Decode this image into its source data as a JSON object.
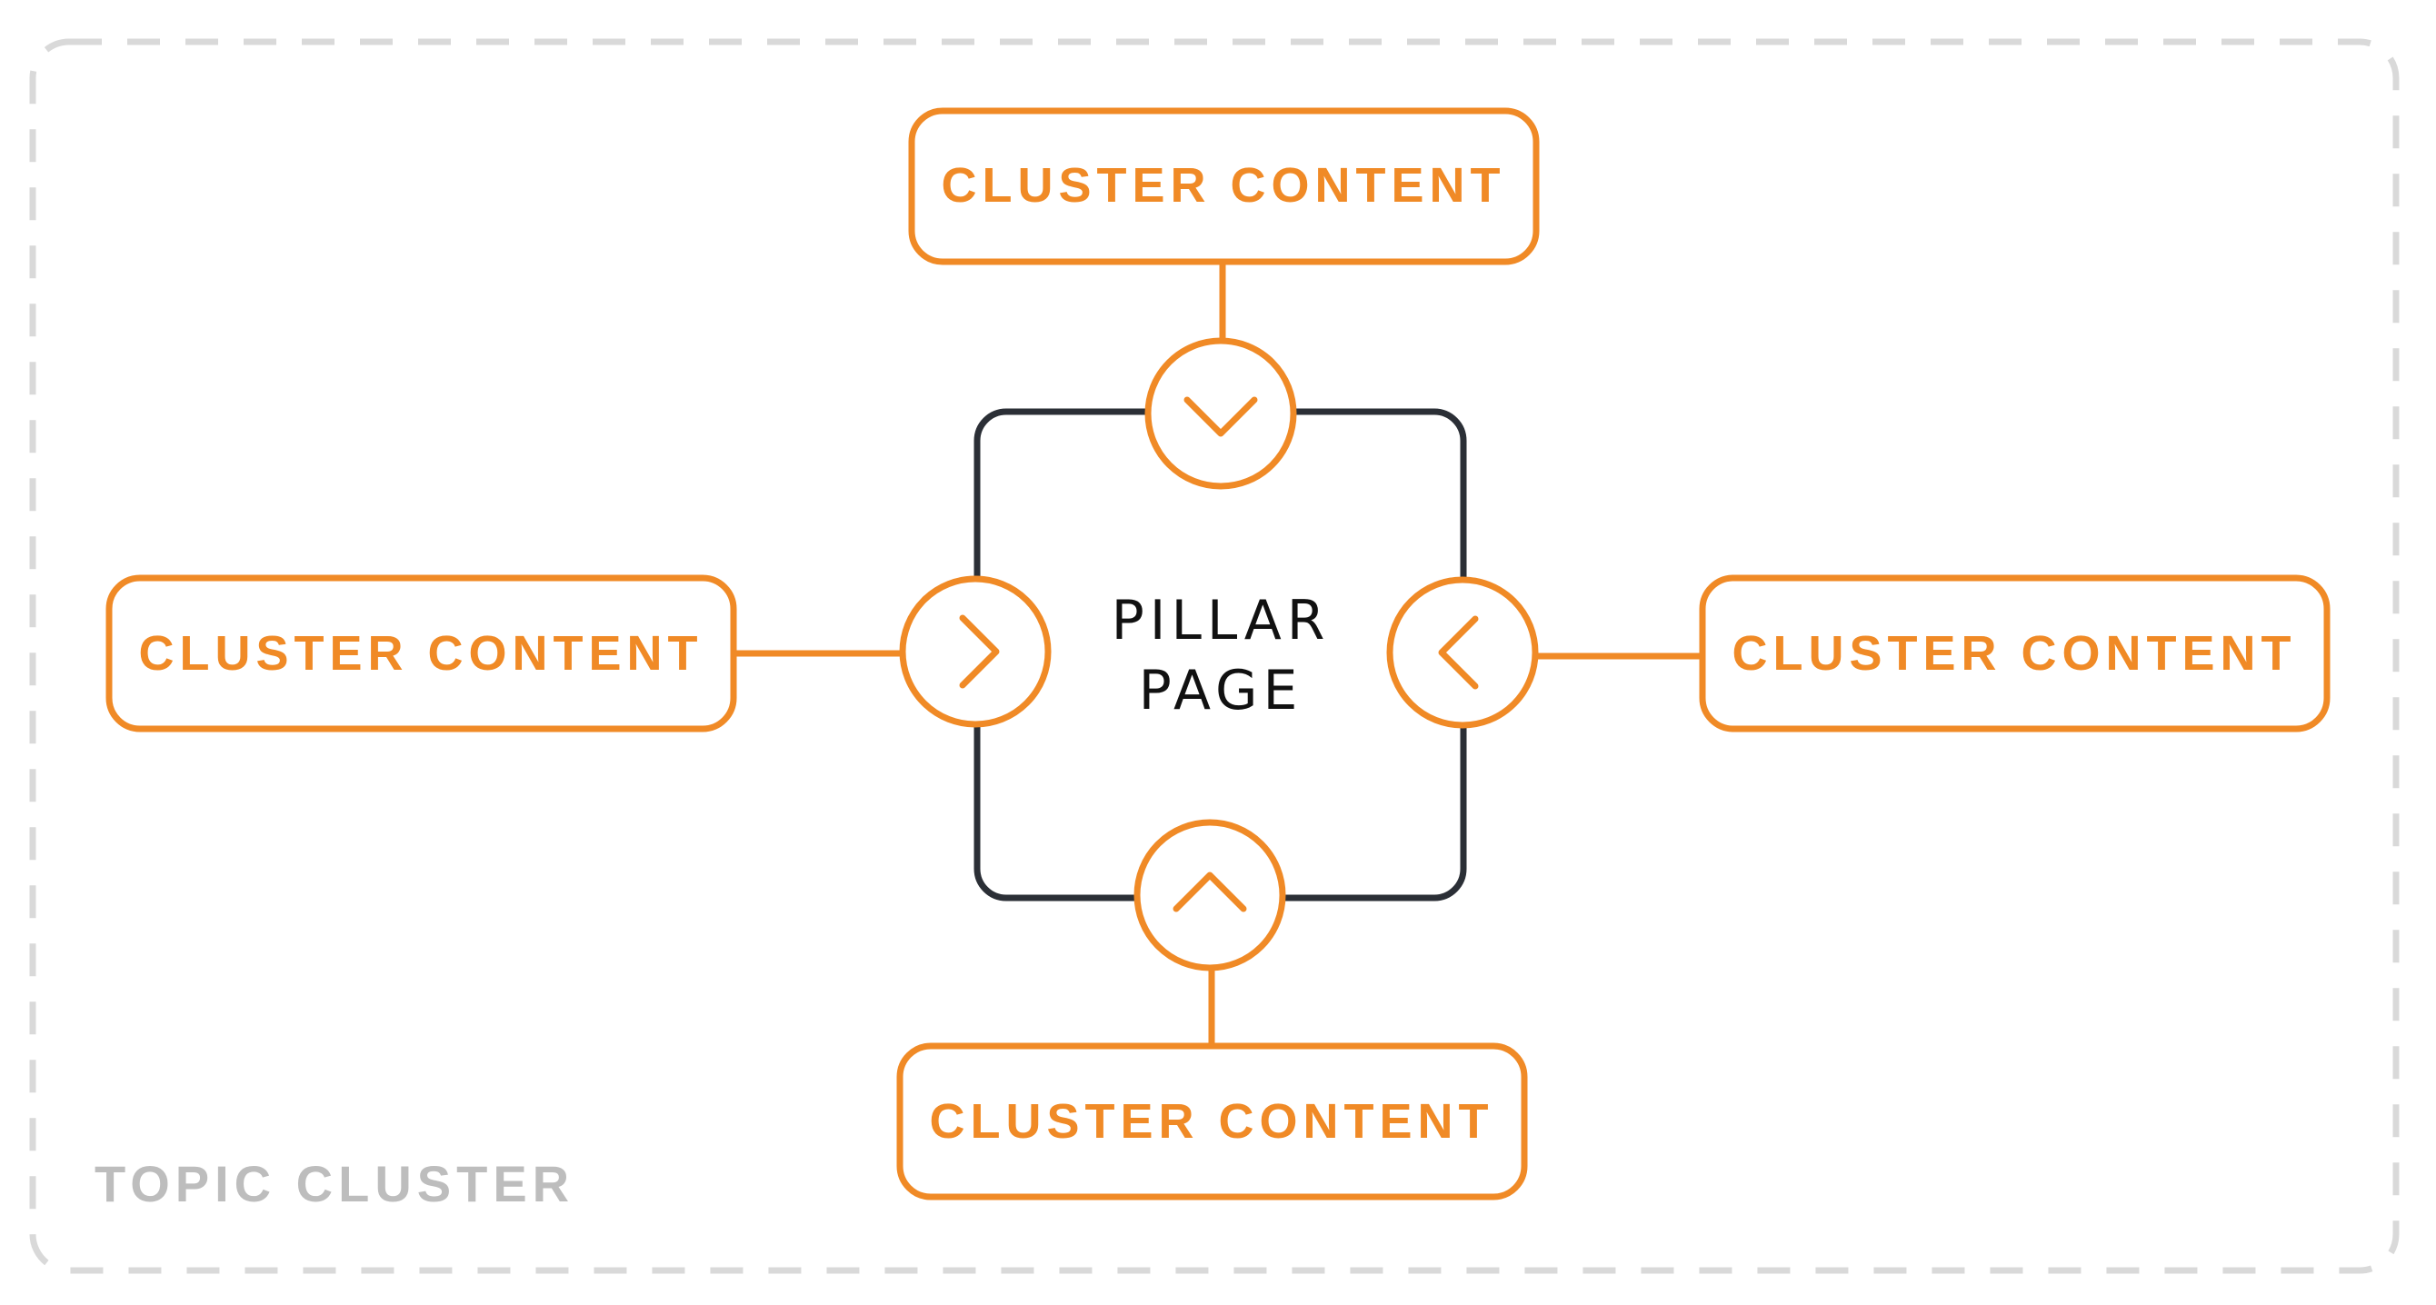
{
  "diagram": {
    "container_label": "TOPIC CLUSTER",
    "pillar": {
      "line1": "PILLAR",
      "line2": "PAGE"
    },
    "nodes": {
      "top": "CLUSTER CONTENT",
      "left": "CLUSTER CONTENT",
      "right": "CLUSTER CONTENT",
      "bottom": "CLUSTER CONTENT"
    },
    "arrows": {
      "top": "chevron-down-icon",
      "left": "chevron-right-icon",
      "right": "chevron-left-icon",
      "bottom": "chevron-up-icon"
    },
    "colors": {
      "accent": "#F08A26",
      "pillar_border": "#2B2F36",
      "dashed_border": "#D9D9D9",
      "label": "#BDBDBD"
    }
  }
}
